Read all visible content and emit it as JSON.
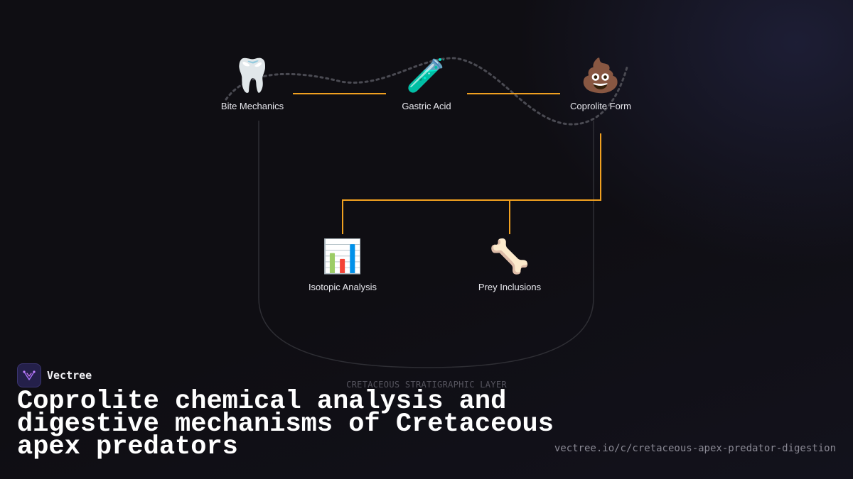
{
  "brand": {
    "name": "Vectree"
  },
  "diagram": {
    "nodes": [
      {
        "id": "bite",
        "emoji": "🦷",
        "label": "Bite Mechanics"
      },
      {
        "id": "acid",
        "emoji": "🧪",
        "label": "Gastric Acid"
      },
      {
        "id": "coprolite",
        "emoji": "💩",
        "label": "Coprolite Form"
      },
      {
        "id": "isotopic",
        "emoji": "📊",
        "label": "Isotopic Analysis"
      },
      {
        "id": "prey",
        "emoji": "🦴",
        "label": "Prey Inclusions"
      }
    ],
    "edges": [
      {
        "from": "bite",
        "to": "acid"
      },
      {
        "from": "acid",
        "to": "coprolite"
      },
      {
        "from": "coprolite",
        "to": "isotopic"
      },
      {
        "from": "coprolite",
        "to": "prey"
      }
    ],
    "layer_label": "CRETACEOUS STRATIGRAPHIC LAYER"
  },
  "headline": "Coprolite chemical analysis and digestive mechanisms of Cretaceous apex predators",
  "url": "vectree.io/c/cretaceous-apex-predator-digestion",
  "colors": {
    "connector": "#f0a020",
    "background": "#0f0e13",
    "dotted_path": "#4a4a52",
    "layer_outline": "#2e2e34"
  }
}
